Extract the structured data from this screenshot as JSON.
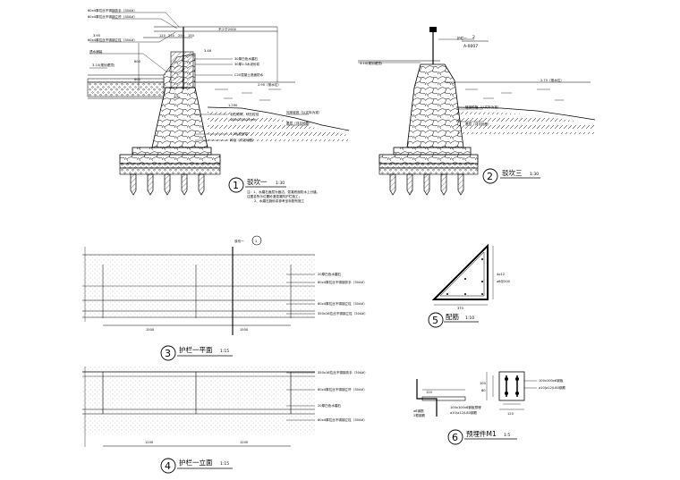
{
  "drawing": {
    "section1": {
      "title": "驳坎一",
      "number": "1",
      "scale": "1:30",
      "notes": [
        "注：1、水磨石面层为嵌边，混凝底面防水上分缝，",
        "      往图名所示位置砼灌混凝防护栏施工；",
        "2、水磨石施砂浆参考坐标配布施工"
      ],
      "labels": {
        "rail_top": "60x4厚拉丝不锈钢扶手（304#）",
        "rail_post": "60x4厚拉丝不锈钢立杆（304#）",
        "rail_mid": "60x4厚拉丝不锈钢立柱（304#）",
        "paving": "透水铺装",
        "elev_top": "3.95",
        "elev_base": "3.10(规划堤顶)",
        "terrazzo": "30厚白色水磨石",
        "mortar": "30厚1:3水泥砂浆",
        "waterproof": "C20混凝土底面防水",
        "concrete": "尼龙6%石灰土面层",
        "water_level": "2.90（常水位）",
        "dim_a": "120",
        "dim_b": "250",
        "dim_c": "250",
        "dim_d": "150",
        "dim_e": "不少于2000",
        "dim_f": "600",
        "dim_g": "600",
        "dim_h": "400",
        "elev_mid": "3.46",
        "elev_low": "1.200",
        "bed_rock": "毛石砌筑，块石粒径",
        "riprap": "480x200x25mm",
        "riverbed": "河床坡底（以实际为准）",
        "base_layer": "1:3水泥砂浆",
        "gravel": "碎石（详见地基）",
        "pile": "基层（详见地基）"
      }
    },
    "section2": {
      "title": "驳坎三",
      "number": "2",
      "scale": "1:30",
      "labels": {
        "rail_tag": "护栏一",
        "rail_ref": "2",
        "rail_sheet": "A-0007",
        "top_elev": "3.10(规划堤顶)",
        "water_level": "2.75（常水位）",
        "bank": "植被种植（以实际为准）",
        "gravel": "基层（详见地基）"
      }
    },
    "section3": {
      "title": "护栏一平面",
      "number": "3",
      "scale": "1:15",
      "tag": "驳坎一",
      "tag_num": "1",
      "labels": [
        "20厚白色水磨石",
        "60x4厚拉丝不锈钢扶手（304#）",
        "60x4厚拉丝不锈钢立柱（304#）",
        "350x16拉丝不锈钢立柱（304#）"
      ],
      "dims": [
        "1500",
        "1500"
      ]
    },
    "section4": {
      "title": "护栏一立面",
      "number": "4",
      "scale": "1:15",
      "labels": [
        "350x16拉丝不锈钢扶手（304#）",
        "60x4厚拉丝不锈钢立杆（304#）",
        "20厚白色水磨石",
        "60x4厚拉丝不锈钢立柱（304#）"
      ],
      "dims": [
        "1200",
        "1200"
      ]
    },
    "section5": {
      "title": "配筋",
      "number": "5",
      "scale": "1:10",
      "dims": {
        "width": "370",
        "height": "4⌀12",
        "rebar": "⌀6@200"
      }
    },
    "section6": {
      "title": "预埋件M1",
      "number": "6",
      "scale": "1:5",
      "labels": {
        "plate": "100x100x6钢板预埋",
        "anchor": "⌀10(⌀12)L80钢筋",
        "dim_a": "120",
        "dim_b": "100",
        "dim_c": "120",
        "dim_d": "80",
        "left_note": "⌀6钢筋",
        "left_note2": "2根钢筋",
        "plate2": "100x100x6钢板",
        "rebar2": "⌀10(⌀12)L80钢筋"
      }
    }
  }
}
